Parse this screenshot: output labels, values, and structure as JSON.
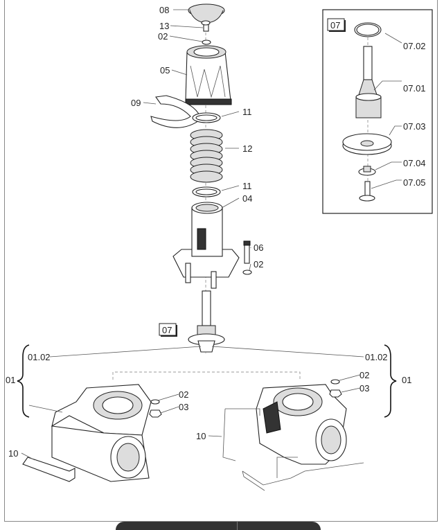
{
  "callouts": {
    "c08": "08",
    "c13": "13",
    "c02a": "02",
    "c05": "05",
    "c09": "09",
    "c11a": "11",
    "c12": "12",
    "c11b": "11",
    "c04": "04",
    "c06": "06",
    "c02b": "02",
    "c07": "07",
    "c0102l": "01.02",
    "c0102r": "01.02",
    "c01l": "01",
    "c01r": "01",
    "c02c": "02",
    "c03c": "03",
    "c02d": "02",
    "c03d": "03",
    "c10l": "10",
    "c10r": "10"
  },
  "inset": {
    "title": "07",
    "c0702": "07.02",
    "c0701": "07.01",
    "c0703": "07.03",
    "c0704": "07.04",
    "c0705": "07.05"
  }
}
